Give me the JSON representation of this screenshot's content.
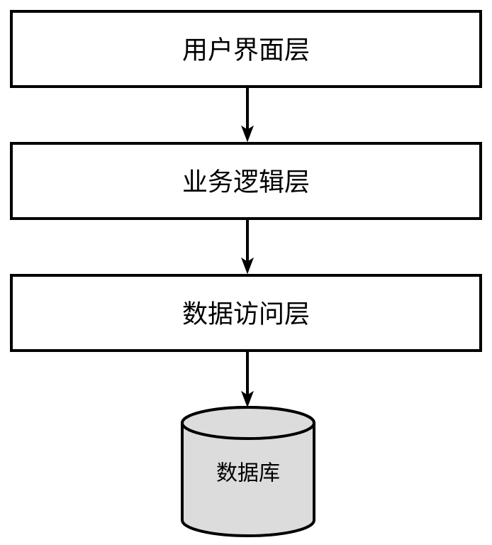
{
  "diagram": {
    "type": "flowchart",
    "orientation": "top-to-bottom",
    "background_color": "#ffffff",
    "stroke_color": "#000000",
    "nodes": [
      {
        "id": "ui-layer",
        "shape": "rectangle",
        "label": "用户界面层",
        "fill": "#ffffff"
      },
      {
        "id": "business-layer",
        "shape": "rectangle",
        "label": "业务逻辑层",
        "fill": "#ffffff"
      },
      {
        "id": "data-access-layer",
        "shape": "rectangle",
        "label": "数据访问层",
        "fill": "#ffffff"
      },
      {
        "id": "database",
        "shape": "cylinder",
        "label": "数据库",
        "fill": "#dcdcdc"
      }
    ],
    "edges": [
      {
        "from": "ui-layer",
        "to": "business-layer",
        "arrow": "down"
      },
      {
        "from": "business-layer",
        "to": "data-access-layer",
        "arrow": "down"
      },
      {
        "from": "data-access-layer",
        "to": "database",
        "arrow": "down"
      }
    ]
  }
}
